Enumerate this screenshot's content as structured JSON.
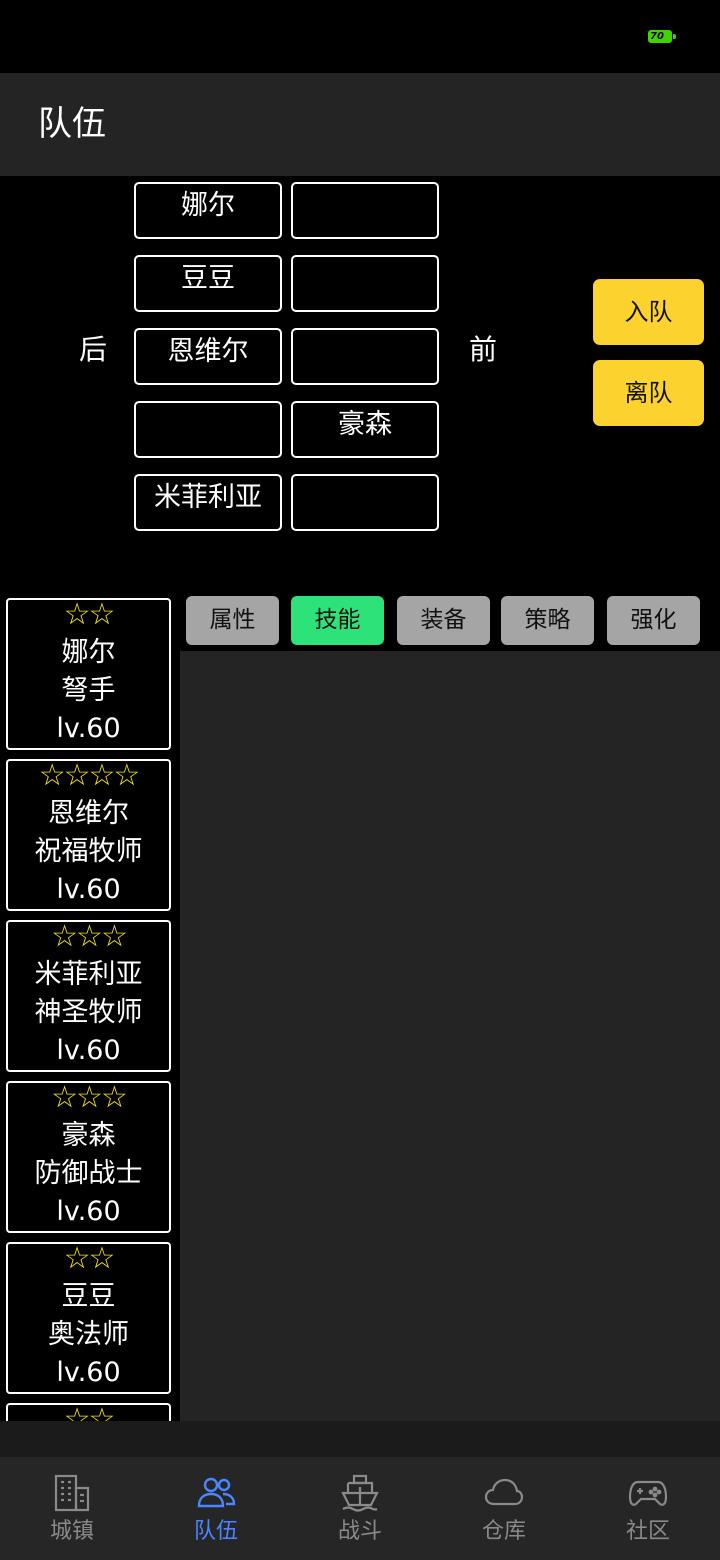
{
  "status": {
    "battery": "70"
  },
  "header": {
    "title": "队伍"
  },
  "formation": {
    "back_label": "后",
    "front_label": "前",
    "back_column": [
      "娜尔",
      "豆豆",
      "恩维尔",
      "",
      "米菲利亚"
    ],
    "front_column": [
      "",
      "",
      "",
      "豪森",
      ""
    ],
    "join_label": "入队",
    "leave_label": "离队"
  },
  "heroes": [
    {
      "stars": "☆☆",
      "name": "娜尔",
      "class": "弩手",
      "level": "lv.60"
    },
    {
      "stars": "☆☆☆☆",
      "name": "恩维尔",
      "class": "祝福牧师",
      "level": "lv.60"
    },
    {
      "stars": "☆☆☆",
      "name": "米菲利亚",
      "class": "神圣牧师",
      "level": "lv.60"
    },
    {
      "stars": "☆☆☆",
      "name": "豪森",
      "class": "防御战士",
      "level": "lv.60"
    },
    {
      "stars": "☆☆",
      "name": "豆豆",
      "class": "奥法师",
      "level": "lv.60"
    },
    {
      "stars": "☆☆",
      "name": "",
      "class": "",
      "level": ""
    }
  ],
  "tabs": [
    {
      "label": "属性",
      "active": false
    },
    {
      "label": "技能",
      "active": true
    },
    {
      "label": "装备",
      "active": false
    },
    {
      "label": "策略",
      "active": false
    },
    {
      "label": "强化",
      "active": false
    }
  ],
  "nav": [
    {
      "label": "城镇",
      "icon": "building-icon",
      "active": false
    },
    {
      "label": "队伍",
      "icon": "team-icon",
      "active": true
    },
    {
      "label": "战斗",
      "icon": "ship-icon",
      "active": false
    },
    {
      "label": "仓库",
      "icon": "cloud-icon",
      "active": false
    },
    {
      "label": "社区",
      "icon": "gamepad-icon",
      "active": false
    }
  ],
  "colors": {
    "accent_yellow": "#fcd22f",
    "active_tab": "#2ee27a",
    "nav_active": "#4a86ff",
    "star": "#f3e21a"
  }
}
